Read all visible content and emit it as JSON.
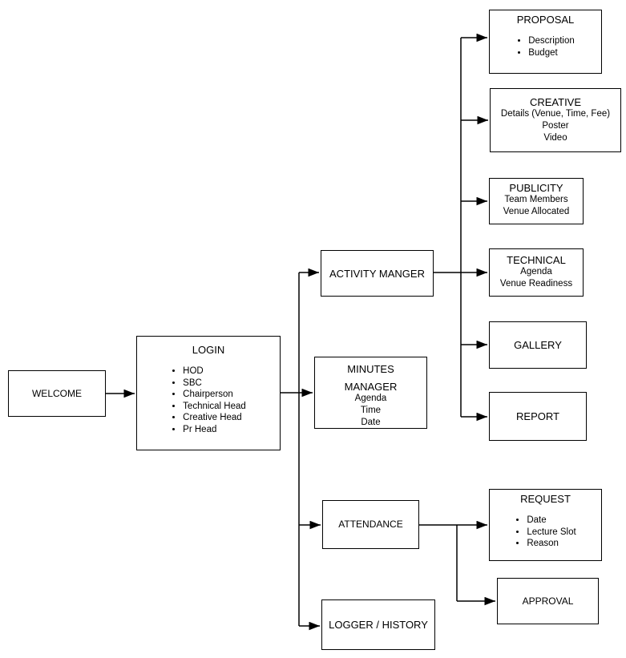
{
  "diagram": {
    "background_color": "#ffffff",
    "line_color": "#000000",
    "text_color": "#000000",
    "nodes": {
      "welcome": {
        "title": "WELCOME"
      },
      "login": {
        "title": "LOGIN",
        "items": [
          "HOD",
          "SBC",
          "Chairperson",
          "Technical Head",
          "Creative Head",
          "Pr Head"
        ]
      },
      "activity_manager": {
        "title": "ACTIVITY MANGER"
      },
      "minutes_manager": {
        "title_line1": "MINUTES",
        "title_line2": "MANAGER",
        "lines": [
          "Agenda",
          "Time",
          "Date"
        ]
      },
      "attendance": {
        "title": "ATTENDANCE"
      },
      "logger_history": {
        "title": "LOGGER / HISTORY"
      },
      "proposal": {
        "title": "PROPOSAL",
        "items": [
          "Description",
          "Budget"
        ]
      },
      "creative": {
        "title": "CREATIVE",
        "lines": [
          "Details (Venue, Time, Fee)",
          "Poster",
          "Video"
        ]
      },
      "publicity": {
        "title": "PUBLICITY",
        "lines": [
          "Team Members",
          "Venue Allocated"
        ]
      },
      "technical": {
        "title": "TECHNICAL",
        "lines": [
          "Agenda",
          "Venue Readiness"
        ]
      },
      "gallery": {
        "title": "GALLERY"
      },
      "report": {
        "title": "REPORT"
      },
      "request": {
        "title": "REQUEST",
        "items": [
          "Date",
          "Lecture Slot",
          "Reason"
        ]
      },
      "approval": {
        "title": "APPROVAL"
      }
    },
    "edges": [
      {
        "from": "WELCOME",
        "to": "LOGIN"
      },
      {
        "from": "LOGIN",
        "to": "ACTIVITY MANGER"
      },
      {
        "from": "LOGIN",
        "to": "MINUTES MANAGER"
      },
      {
        "from": "LOGIN",
        "to": "ATTENDANCE"
      },
      {
        "from": "LOGIN",
        "to": "LOGGER / HISTORY"
      },
      {
        "from": "ACTIVITY MANGER",
        "to": "PROPOSAL"
      },
      {
        "from": "ACTIVITY MANGER",
        "to": "CREATIVE"
      },
      {
        "from": "ACTIVITY MANGER",
        "to": "PUBLICITY"
      },
      {
        "from": "ACTIVITY MANGER",
        "to": "TECHNICAL"
      },
      {
        "from": "ACTIVITY MANGER",
        "to": "GALLERY"
      },
      {
        "from": "ACTIVITY MANGER",
        "to": "REPORT"
      },
      {
        "from": "ATTENDANCE",
        "to": "REQUEST"
      },
      {
        "from": "ATTENDANCE",
        "to": "APPROVAL"
      }
    ]
  }
}
